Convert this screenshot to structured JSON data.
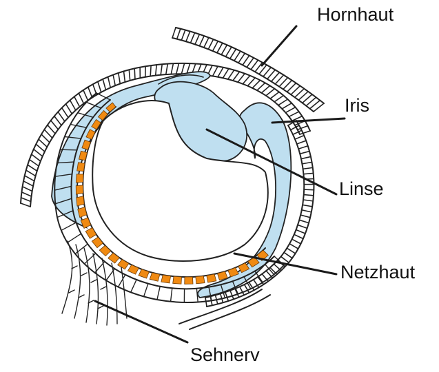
{
  "labels": {
    "cornea": "Hornhaut",
    "iris": "Iris",
    "lens": "Linse",
    "retina": "Netzhaut",
    "optic_nerve": "Sehnerv"
  },
  "colors": {
    "blue_tissue": "#bfdff0",
    "retina_cells": "#f08a12",
    "outline": "#222222",
    "background": "#ffffff"
  }
}
